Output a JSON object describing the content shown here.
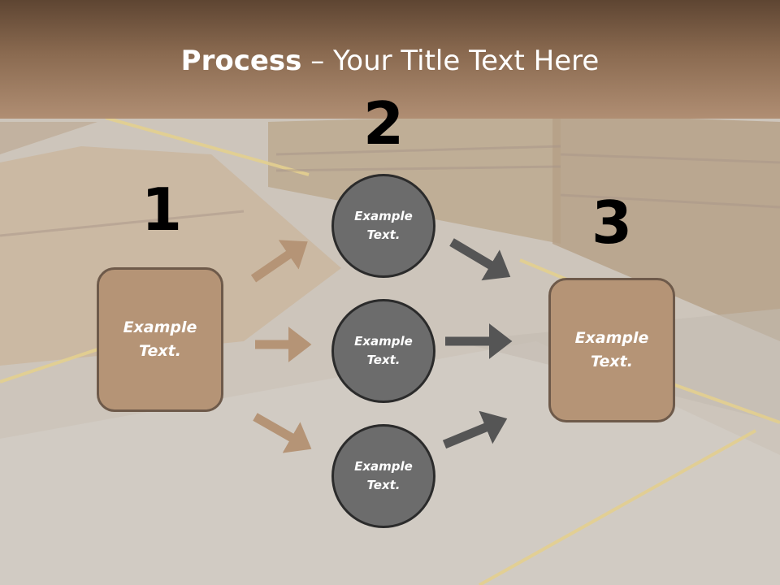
{
  "title": {
    "bold": "Process",
    "dash": " – ",
    "rest": "Your Title Text Here"
  },
  "steps": [
    {
      "number": "1",
      "text": "Example\nText."
    },
    {
      "number": "2",
      "circles": [
        "Example\nText.",
        "Example\nText.",
        "Example\nText."
      ]
    },
    {
      "number": "3",
      "text": "Example\nText."
    }
  ],
  "colors": {
    "header_top": "#5e4532",
    "header_bottom": "#b08e73",
    "box_fill": "#b59476",
    "box_border": "#6e5a4a",
    "circle_fill": "#6c6c6c",
    "circle_border": "#2b2b2b",
    "arrow_light": "#b59476",
    "arrow_dark": "#555555"
  }
}
